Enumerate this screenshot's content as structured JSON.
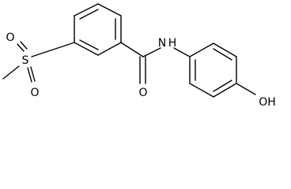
{
  "molecule": {
    "atom_labels": {
      "sulfur": "S",
      "sulfonyl_oxygen_upper": "O",
      "sulfonyl_oxygen_lower": "O",
      "carbonyl_oxygen": "O",
      "amide_nitrogen": "N",
      "amide_hydrogen": "H",
      "hydroxyl": "OH"
    }
  }
}
